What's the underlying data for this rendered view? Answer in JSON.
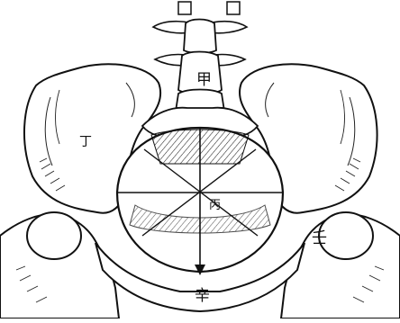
{
  "figure": {
    "labels": {
      "lumbar_vertebra": "甲",
      "left_ilium": "丁",
      "inlet_center": "丙",
      "right_femur": "壬",
      "sacrum_tip": "辛"
    }
  }
}
